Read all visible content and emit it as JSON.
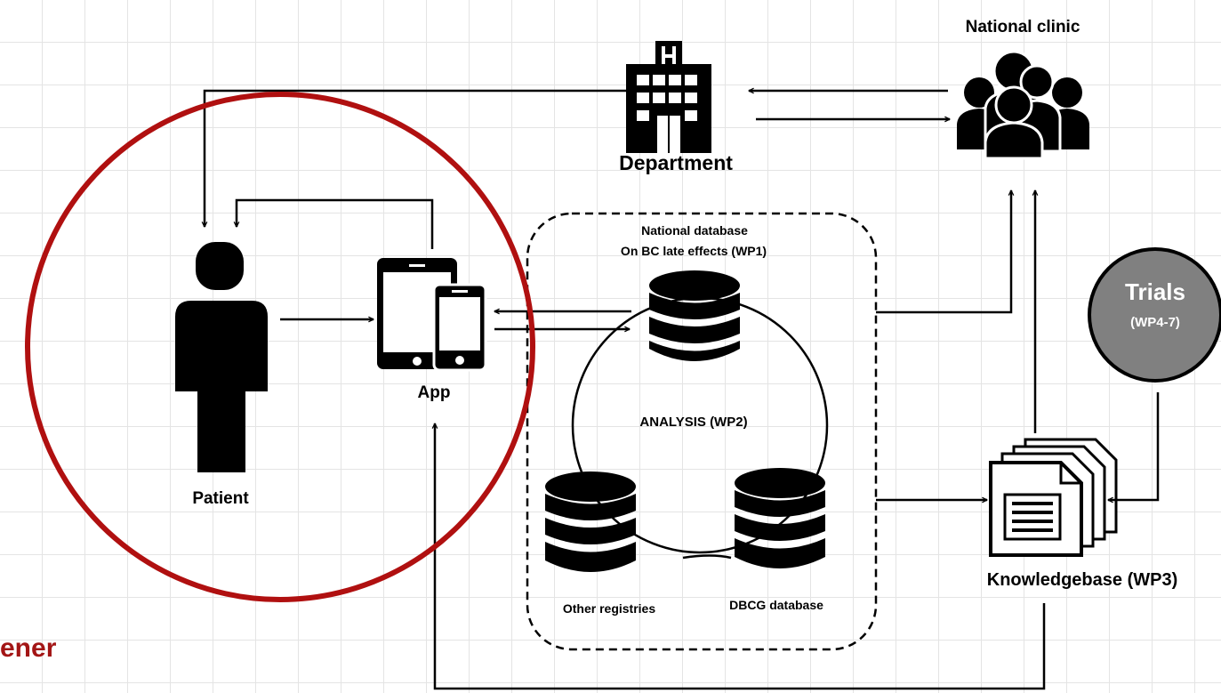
{
  "labels": {
    "national_clinic": "National clinic",
    "department": "Department",
    "patient": "Patient",
    "app": "App",
    "national_db_line1": "National database",
    "national_db_line2": "On BC late effects (WP1)",
    "analysis": "ANALYSIS (WP2)",
    "other_registries": "Other registries",
    "dbcg_database": "DBCG database",
    "trials": "Trials",
    "trials_sub": "(WP4-7)",
    "knowledgebase": "Knowledgebase (WP3)",
    "partial_text": "ener"
  },
  "colors": {
    "highlight_circle": "#b01010",
    "partial_text": "#a31515",
    "trials_fill": "#808080",
    "icon": "#000000",
    "grid": "#e4e4e4"
  },
  "icons": [
    "hospital-icon",
    "group-icon",
    "person-icon",
    "devices-icon",
    "database-icon",
    "documents-icon"
  ]
}
